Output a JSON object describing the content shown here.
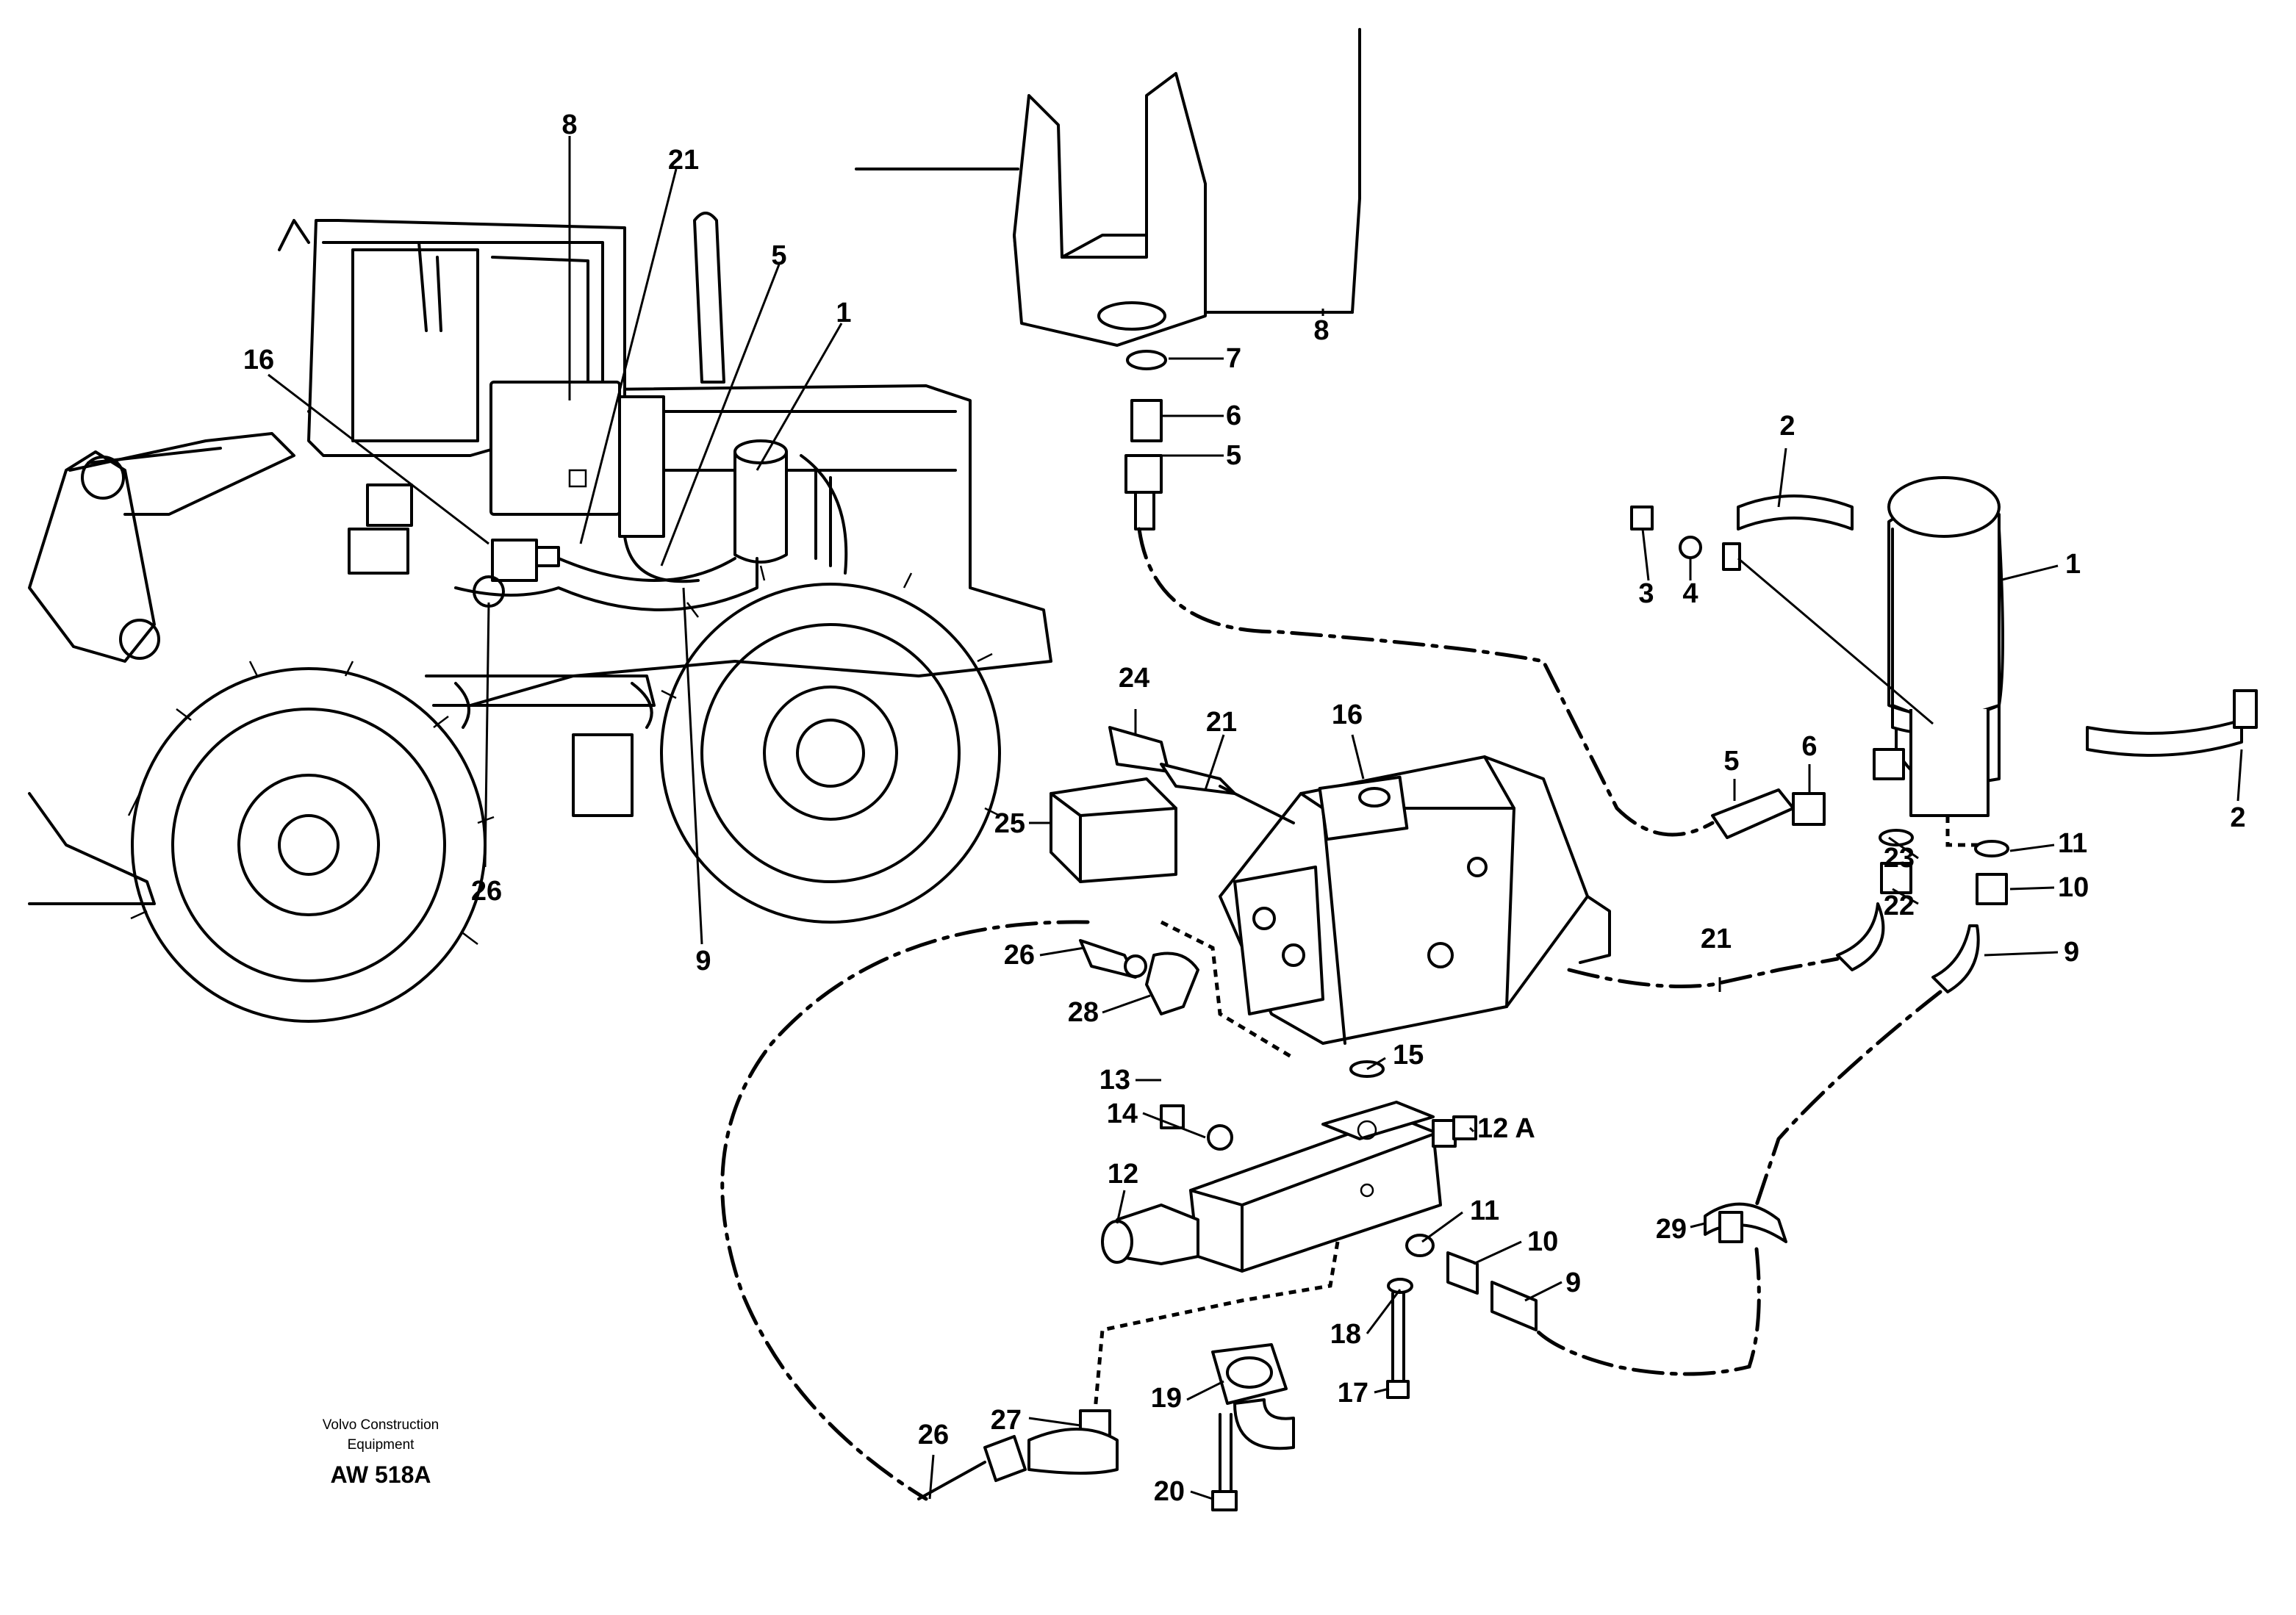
{
  "footer": {
    "brand_line1": "Volvo Construction",
    "brand_line2": "Equipment",
    "figure_ref": "AW 518A"
  },
  "callouts": {
    "c1": "1",
    "c2": "2",
    "c3": "3",
    "c4": "4",
    "c5": "5",
    "c6": "6",
    "c7": "7",
    "c8": "8",
    "c9": "9",
    "c10": "10",
    "c11": "11",
    "c12": "12",
    "c12a": "12 A",
    "c13": "13",
    "c14": "14",
    "c15": "15",
    "c16": "16",
    "c17": "17",
    "c18": "18",
    "c19": "19",
    "c20": "20",
    "c21": "21",
    "c22": "22",
    "c23": "23",
    "c24": "24",
    "c25": "25",
    "c26": "26",
    "c27": "27",
    "c28": "28",
    "c29": "29"
  }
}
